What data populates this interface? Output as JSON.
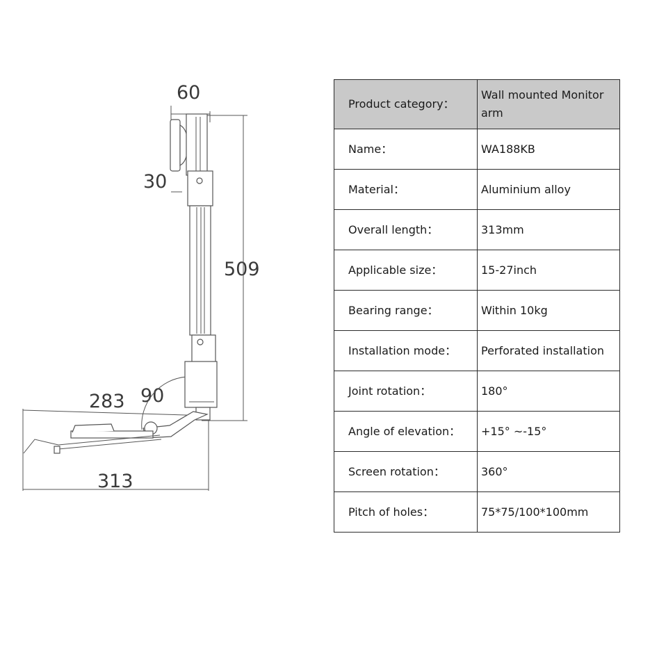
{
  "dimensions": {
    "top_width": "60",
    "top_offset": "30",
    "height": "509",
    "arm_reach": "283",
    "joint_angle": "90",
    "overall_length": "313"
  },
  "spec": {
    "header": {
      "label": "Product category：",
      "value": "Wall mounted Monitor arm"
    },
    "rows": [
      {
        "label": "Name：",
        "value": "WA188KB"
      },
      {
        "label": "Material：",
        "value": "Aluminium alloy"
      },
      {
        "label": "Overall length：",
        "value": "313mm"
      },
      {
        "label": "Applicable size：",
        "value": "15-27inch"
      },
      {
        "label": "Bearing range：",
        "value": "Within 10kg"
      },
      {
        "label": "Installation mode：",
        "value": "Perforated installation"
      },
      {
        "label": "Joint rotation：",
        "value": "180°"
      },
      {
        "label": "Angle of elevation：",
        "value": "+15°  ~-15°"
      },
      {
        "label": "Screen rotation：",
        "value": "360°"
      },
      {
        "label": "Pitch of holes：",
        "value": "75*75/100*100mm"
      }
    ]
  },
  "colors": {
    "header_bg": "#c9c9c9",
    "border": "#2b2b2b",
    "line": "#555555"
  }
}
